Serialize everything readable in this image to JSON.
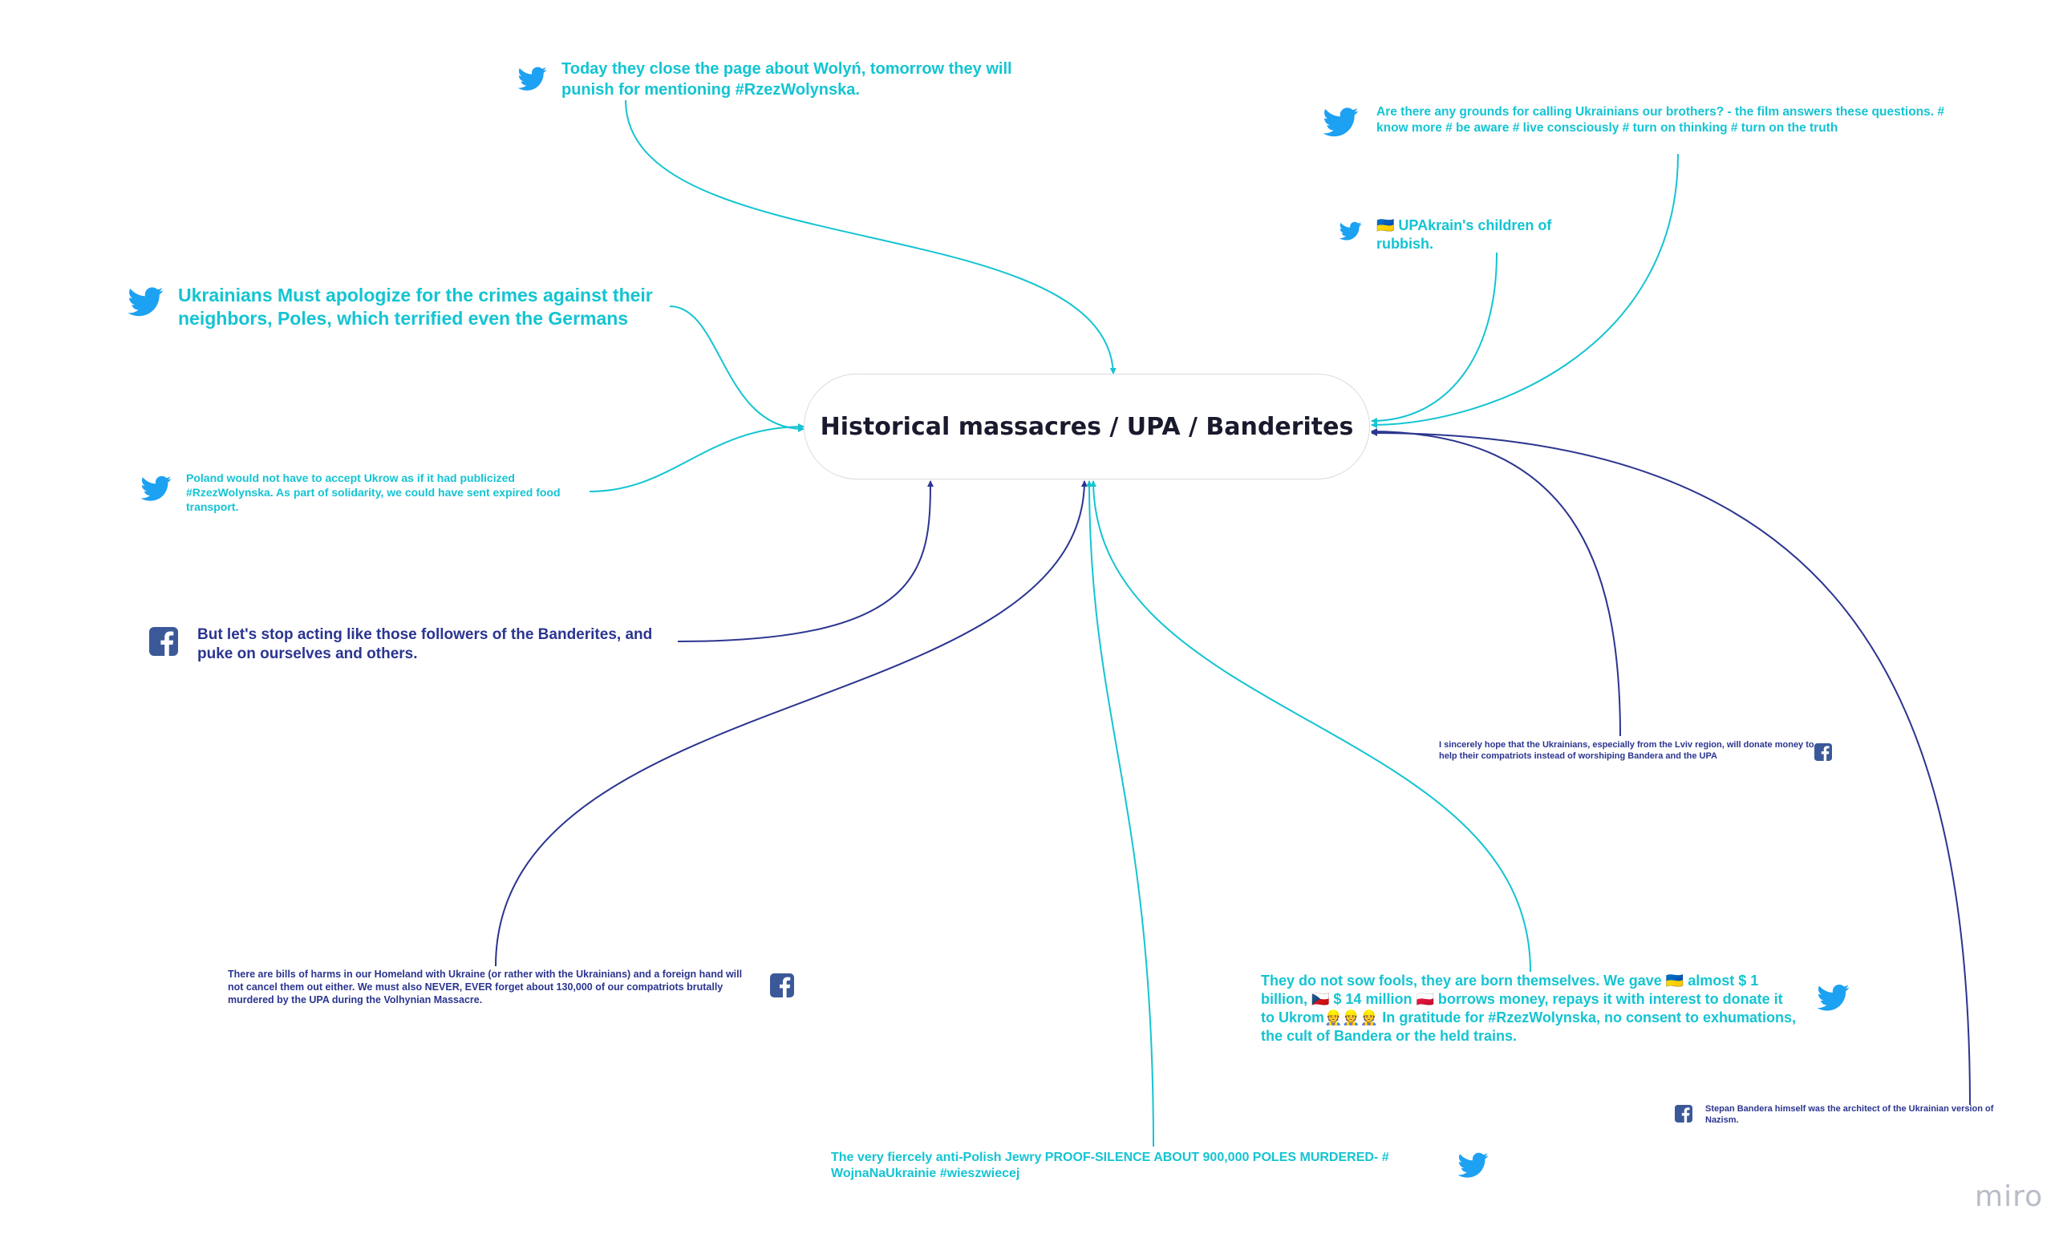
{
  "board": {
    "central_topic": "Historical massacres / UPA / Banderites",
    "colors": {
      "twitter_text": "#14c4d2",
      "facebook_text": "#2b3590",
      "twitter_icon": "#1da1f2",
      "facebook_icon": "#3b5998",
      "node_border": "#d9dbe2"
    },
    "notes": [
      {
        "id": "n1",
        "source": "twitter-icon",
        "text": "Today they close the page about Wolyń, tomorrow they will punish for mentioning #RzezWolynska."
      },
      {
        "id": "n2",
        "source": "twitter-icon",
        "text": "Are there any grounds for calling Ukrainians our brothers? - the film answers these questions. # know more # be aware # live consciously # turn on thinking # turn on the truth"
      },
      {
        "id": "n3",
        "source": "twitter-icon",
        "text": "🇺🇦 UPAkrain's children of rubbish."
      },
      {
        "id": "n4",
        "source": "twitter-icon",
        "text": "Ukrainians Must apologize for the crimes against their neighbors, Poles, which terrified even the Germans"
      },
      {
        "id": "n5",
        "source": "twitter-icon",
        "text": "Poland would not have to accept Ukrow as if it had publicized #RzezWolynska. As part of solidarity, we could have sent expired food transport."
      },
      {
        "id": "n6",
        "source": "facebook-icon",
        "text": "But let's stop acting like those followers of the Banderites, and puke on ourselves and others."
      },
      {
        "id": "n7",
        "source": "facebook-icon",
        "text": "I sincerely hope that the Ukrainians, especially from the Lviv region, will donate money to help their compatriots instead of worshiping Bandera and the UPA"
      },
      {
        "id": "n8",
        "source": "facebook-icon",
        "text": "There are bills of harms in our Homeland with Ukraine (or rather with the Ukrainians) and a foreign hand will not cancel them out either. We must also NEVER, EVER forget about 130,000 of our compatriots brutally murdered by the UPA during the Volhynian Massacre."
      },
      {
        "id": "n9",
        "source": "twitter-icon",
        "text": "They do not sow fools, they are born themselves. We gave 🇺🇦 almost $ 1 billion, 🇨🇿 $ 14 million 🇵🇱 borrows money, repays it with interest to donate it to Ukrom👷👷👷 In gratitude for #RzezWolynska, no consent to exhumations, the cult of Bandera or the held trains."
      },
      {
        "id": "n10",
        "source": "facebook-icon",
        "text": "Stepan Bandera himself was the architect of the Ukrainian version of Nazism."
      },
      {
        "id": "n11",
        "source": "twitter-icon",
        "text": "The very fiercely anti-Polish Jewry PROOF-SILENCE ABOUT 900,000 POLES MURDERED- # WojnaNaUkrainie #wieszwiecej"
      }
    ],
    "watermark": "miro"
  }
}
